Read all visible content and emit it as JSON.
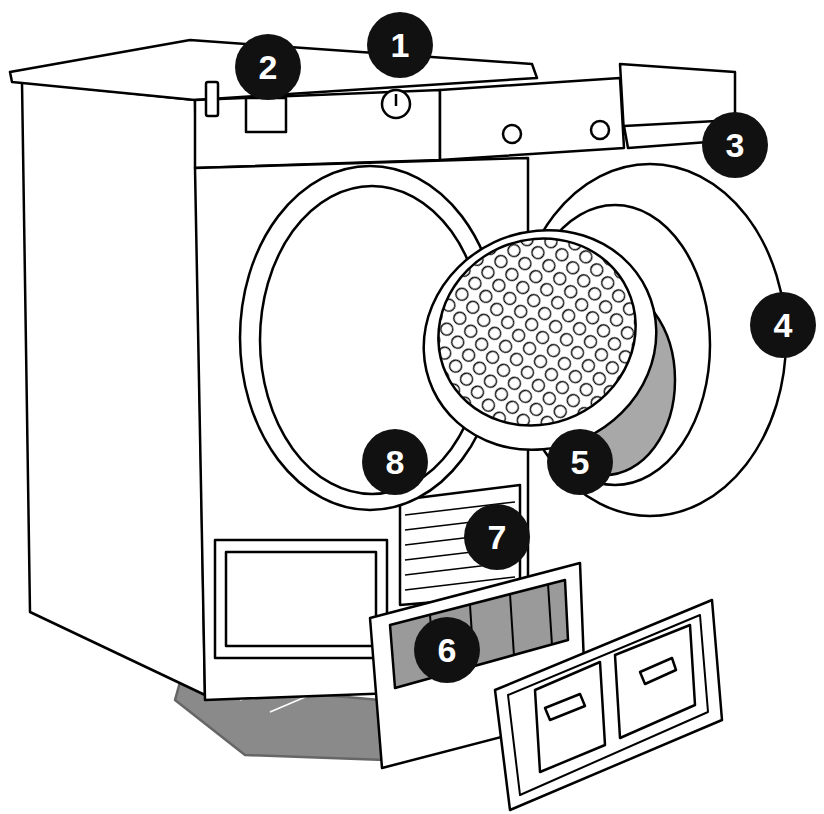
{
  "diagram": {
    "labels": [
      "1",
      "2",
      "3",
      "4",
      "8",
      "5",
      "7",
      "6"
    ]
  }
}
